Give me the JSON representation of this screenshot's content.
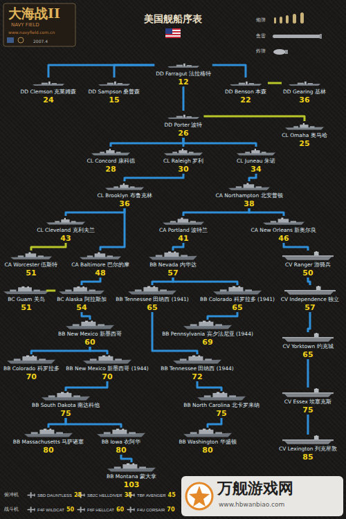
{
  "diagram": {
    "title": "美国舰船序表",
    "nodes": [
      {
        "text": [
          "DD Farragut 法拉格特",
          "12"
        ]
      },
      {
        "text": [
          "DD Clemson 克莱姆森",
          "24"
        ]
      },
      {
        "text": [
          "DD Sampson 桑普森",
          "15"
        ]
      },
      {
        "text": [
          "DD Porter 波特",
          "26"
        ]
      },
      {
        "text": [
          "DD Benson 本森",
          "22"
        ]
      },
      {
        "text": [
          "DD Gearing 基林",
          "36"
        ]
      },
      {
        "text": [
          "CL Omaha 奥马哈",
          "25"
        ]
      },
      {
        "text": [
          "CL Concord 康科德",
          "28"
        ]
      },
      {
        "text": [
          "CL Raleigh 罗利",
          "30"
        ]
      },
      {
        "text": [
          "CL Juneau 朱诺",
          "34"
        ]
      },
      {
        "text": [
          "CL Brooklyn 布鲁克林",
          "36"
        ]
      },
      {
        "text": [
          "CA Northampton 北安普顿",
          "38"
        ]
      },
      {
        "text": [
          "CL Cleveland 克利夫兰",
          "43"
        ]
      },
      {
        "text": [
          "CA Portland 波特兰",
          "41"
        ]
      },
      {
        "text": [
          "CA New Orleans 新奥尔良",
          "46"
        ]
      },
      {
        "text": [
          "CA Worcester 伍斯特",
          "51"
        ]
      },
      {
        "text": [
          "CA Baltimore 巴尔的摩",
          "48"
        ]
      },
      {
        "text": [
          "BB Nevada 内华达",
          "57"
        ]
      },
      {
        "text": [
          "CV Ranger 游骑兵",
          "50"
        ]
      },
      {
        "text": [
          "BC Alaska 阿拉斯加",
          "54"
        ]
      },
      {
        "text": [
          "BB Tennessee 田纳西 (1941)",
          "65"
        ]
      },
      {
        "text": [
          "BB Colorado 科罗拉多 (1941)",
          "65"
        ]
      },
      {
        "text": [
          "BC Guam 关岛",
          "51"
        ]
      },
      {
        "text": [
          "BB New Mexico 新墨西哥",
          "60"
        ]
      },
      {
        "text": [
          "CV Independence 独立",
          "57"
        ]
      },
      {
        "text": [
          "BB Pennsylvania 宾夕法尼亚 (1944)",
          "69"
        ]
      },
      {
        "text": [
          "BB Colorado 科罗拉多",
          "70"
        ]
      },
      {
        "text": [
          "BB New Mexico 新墨西哥 (1944)",
          "70"
        ]
      },
      {
        "text": [
          "BB Tennessee 田纳西 (1944)",
          "72"
        ]
      },
      {
        "text": [
          "CV Yorktown 约克城",
          "65"
        ]
      },
      {
        "text": [
          "BB South Dakota 南达科他",
          "75"
        ]
      },
      {
        "text": [
          "BB North Carolina 北卡罗来纳",
          "75"
        ]
      },
      {
        "text": [
          "BB Iowa 衣阿华",
          "80"
        ]
      },
      {
        "text": [
          "CV Essex 埃塞克斯",
          "75"
        ]
      },
      {
        "text": [
          "BB Massachusetts 马萨诸塞",
          "80"
        ]
      },
      {
        "text": [
          "BB Washington 华盛顿",
          "80"
        ]
      },
      {
        "text": [
          "BB Montana 蒙大拿",
          "103"
        ]
      },
      {
        "text": [
          "CV Lexington 列克星敦",
          "85"
        ]
      }
    ],
    "edges": [
      {
        "from": 0,
        "to": 1,
        "arrow": "none"
      },
      {
        "from": 0,
        "to": 2,
        "arrow": "none"
      },
      {
        "from": 0,
        "to": 4,
        "arrow": "none"
      },
      {
        "from": 4,
        "to": 5,
        "arrow": "none"
      },
      {
        "from": 0,
        "to": 3,
        "arrow": "none"
      },
      {
        "from": 3,
        "to": 6,
        "arrow": "none"
      },
      {
        "from": 3,
        "to": 7,
        "arrow": "none"
      },
      {
        "from": 3,
        "to": 8,
        "arrow": "none"
      },
      {
        "from": 3,
        "to": 9,
        "arrow": "none"
      },
      {
        "from": 8,
        "to": 10,
        "arrow": "none"
      },
      {
        "from": 9,
        "to": 11,
        "arrow": "none"
      },
      {
        "from": 10,
        "to": 12,
        "arrow": "none"
      },
      {
        "from": 10,
        "to": 16,
        "arrow": "none"
      },
      {
        "from": 11,
        "to": 13,
        "arrow": "none"
      },
      {
        "from": 11,
        "to": 14,
        "arrow": "none"
      },
      {
        "from": 12,
        "to": 15,
        "arrow": "none"
      },
      {
        "from": 13,
        "to": 17,
        "arrow": "none"
      },
      {
        "from": 14,
        "to": 18,
        "arrow": "none"
      },
      {
        "from": 16,
        "to": 19,
        "arrow": "none"
      },
      {
        "from": 19,
        "to": 22,
        "arrow": "none"
      },
      {
        "from": 17,
        "to": 20,
        "arrow": "none"
      },
      {
        "from": 17,
        "to": 21,
        "arrow": "none"
      },
      {
        "from": 18,
        "to": 24,
        "arrow": "none"
      },
      {
        "from": 19,
        "to": 23,
        "arrow": "none"
      },
      {
        "from": 21,
        "to": 25,
        "arrow": "none"
      },
      {
        "from": 24,
        "to": 29,
        "arrow": "none"
      },
      {
        "from": 23,
        "to": 26,
        "arrow": "none"
      },
      {
        "from": 23,
        "to": 27,
        "arrow": "none"
      },
      {
        "from": 20,
        "to": 28,
        "arrow": "none"
      },
      {
        "from": 27,
        "to": 30,
        "arrow": "none"
      },
      {
        "from": 28,
        "to": 31,
        "arrow": "none"
      },
      {
        "from": 29,
        "to": 33,
        "arrow": "none"
      },
      {
        "from": 30,
        "to": 34,
        "arrow": "none"
      },
      {
        "from": 30,
        "to": 32,
        "arrow": "none"
      },
      {
        "from": 31,
        "to": 35,
        "arrow": "none"
      },
      {
        "from": 33,
        "to": 37,
        "arrow": "none"
      },
      {
        "from": 32,
        "to": 36,
        "arrow": "none"
      }
    ],
    "labels": [
      "大海战II",
      "NAVY FIELD",
      "www.navyfield.com.cn",
      "2007.4",
      "俯冲机",
      "SBD DAUNTLESS",
      "25",
      "SB2C HELLDIVER",
      "35",
      "TBF AVENGER",
      "45",
      "战斗机",
      "F4F WILDCAT",
      "50",
      "F6F HELLCAT",
      "60",
      "F4U CORSAIR",
      "70",
      "万舰游戏网",
      "www.hbwanbiao.com"
    ],
    "legend": [
      {
        "text": "炮弹"
      },
      {
        "text": "鱼雷"
      },
      {
        "text": "炸弹"
      }
    ]
  }
}
